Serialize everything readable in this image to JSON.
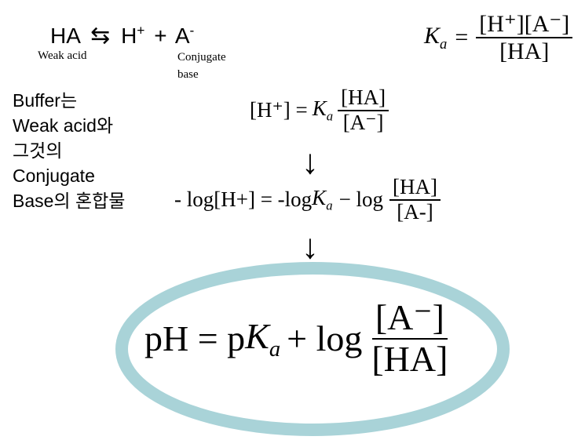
{
  "equilibrium": {
    "left": "HA",
    "arrow": "⇆",
    "h": "H",
    "h_charge": "+",
    "plus": "+",
    "a": "A",
    "a_charge": "-",
    "weak_acid_label": "Weak acid",
    "conjugate_label_1": "Conjugate",
    "conjugate_label_2": "base"
  },
  "ka_expression": {
    "k": "K",
    "sub": "a",
    "equals": "=",
    "numerator": "[H⁺][A⁻]",
    "denominator": "[HA]"
  },
  "buffer_text": [
    "Buffer는",
    "Weak acid와",
    "그것의",
    "Conjugate",
    "Base의 혼합물"
  ],
  "step1": {
    "lhs": "[H⁺] =",
    "k": "K",
    "sub": "a",
    "numerator": "[HA]",
    "denominator": "[A⁻]"
  },
  "step2": {
    "lhs": "- log[H+] = -log",
    "k": "K",
    "sub": "a",
    "minus_log": "− log",
    "numerator": "[HA]",
    "denominator": "[A-]"
  },
  "final": {
    "lhs": "pH = p",
    "k": "K",
    "sub": "a",
    "plus_log": "+ log",
    "numerator": "[A⁻]",
    "denominator": "[HA]"
  },
  "arrow_glyph": "↓",
  "colors": {
    "ellipse": "#a9d3d8",
    "text": "#000000"
  }
}
